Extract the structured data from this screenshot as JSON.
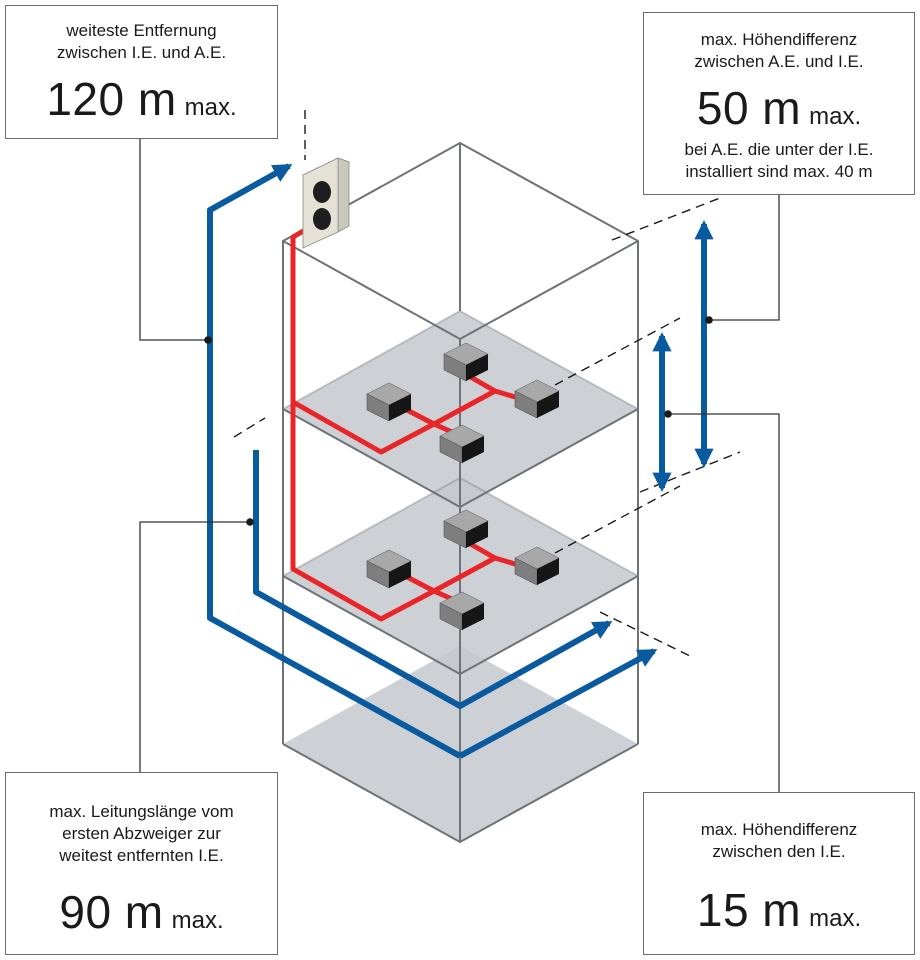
{
  "callouts": {
    "top_left": {
      "label_line1": "weiteste Entfernung",
      "label_line2": "zwischen I.E. und A.E.",
      "value": "120 m",
      "suffix": "max."
    },
    "top_right": {
      "label_line1": "max. Höhendifferenz",
      "label_line2": "zwischen A.E. und I.E.",
      "value": "50 m",
      "suffix": "max.",
      "note_line1": "bei A.E. die unter der I.E.",
      "note_line2": "installiert sind max. 40 m"
    },
    "bottom_left": {
      "label_line1": "max. Leitungslänge vom",
      "label_line2": "ersten Abzweiger zur",
      "label_line3": "weitest entfernten I.E.",
      "value": "90 m",
      "suffix": "max."
    },
    "bottom_right": {
      "label_line1": "max. Höhendifferenz",
      "label_line2": "zwischen den I.E.",
      "value": "15 m",
      "suffix": "max."
    }
  },
  "colors": {
    "arrow_blue": "#0a5aa0",
    "pipe_red": "#e8262a",
    "floor_gray": "#c4c8cc",
    "frame_gray": "#6e7378",
    "unit_dark": "#222222"
  },
  "icons": {
    "outdoor_unit": "outdoor-unit-icon",
    "indoor_unit": "indoor-unit-icon"
  }
}
